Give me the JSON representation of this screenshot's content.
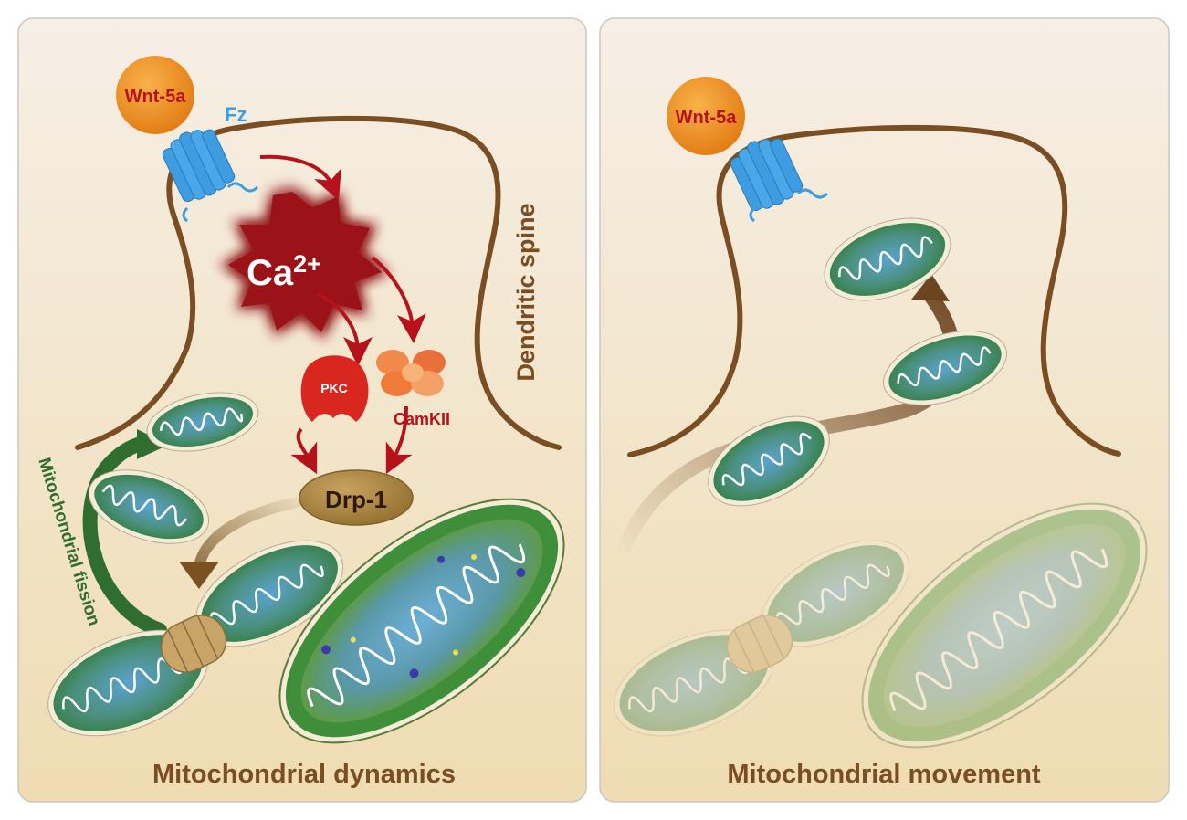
{
  "left_panel": {
    "title": "Mitochondrial dynamics",
    "ligand": "Wnt-5a",
    "receptor": "Fz",
    "ion_base": "Ca",
    "ion_charge": "2+",
    "kinase_1": "PKC",
    "kinase_2": "CamKII",
    "effector": "Drp-1",
    "structure_label": "Dendritic spine",
    "process_label": "Mitochondrial fission"
  },
  "right_panel": {
    "title": "Mitochondrial movement",
    "ligand": "Wnt-5a"
  },
  "colors": {
    "panel_top": "#f5ede3",
    "panel_bottom": "#f0dfb8",
    "membrane": "#7a4e22",
    "ligand": "#ef8a1c",
    "ligand_text": "#b5121b",
    "receptor": "#3d9de0",
    "calcium": "#a3141c",
    "pkc": "#d9261f",
    "camkii": "#ef7a3a",
    "drp1": "#a8823e",
    "mito_outer": "#3f8f3a",
    "mito_matrix": "#4f8fbd",
    "fission_arrow": "#2f6e2f",
    "title_text": "#7a4e22"
  }
}
